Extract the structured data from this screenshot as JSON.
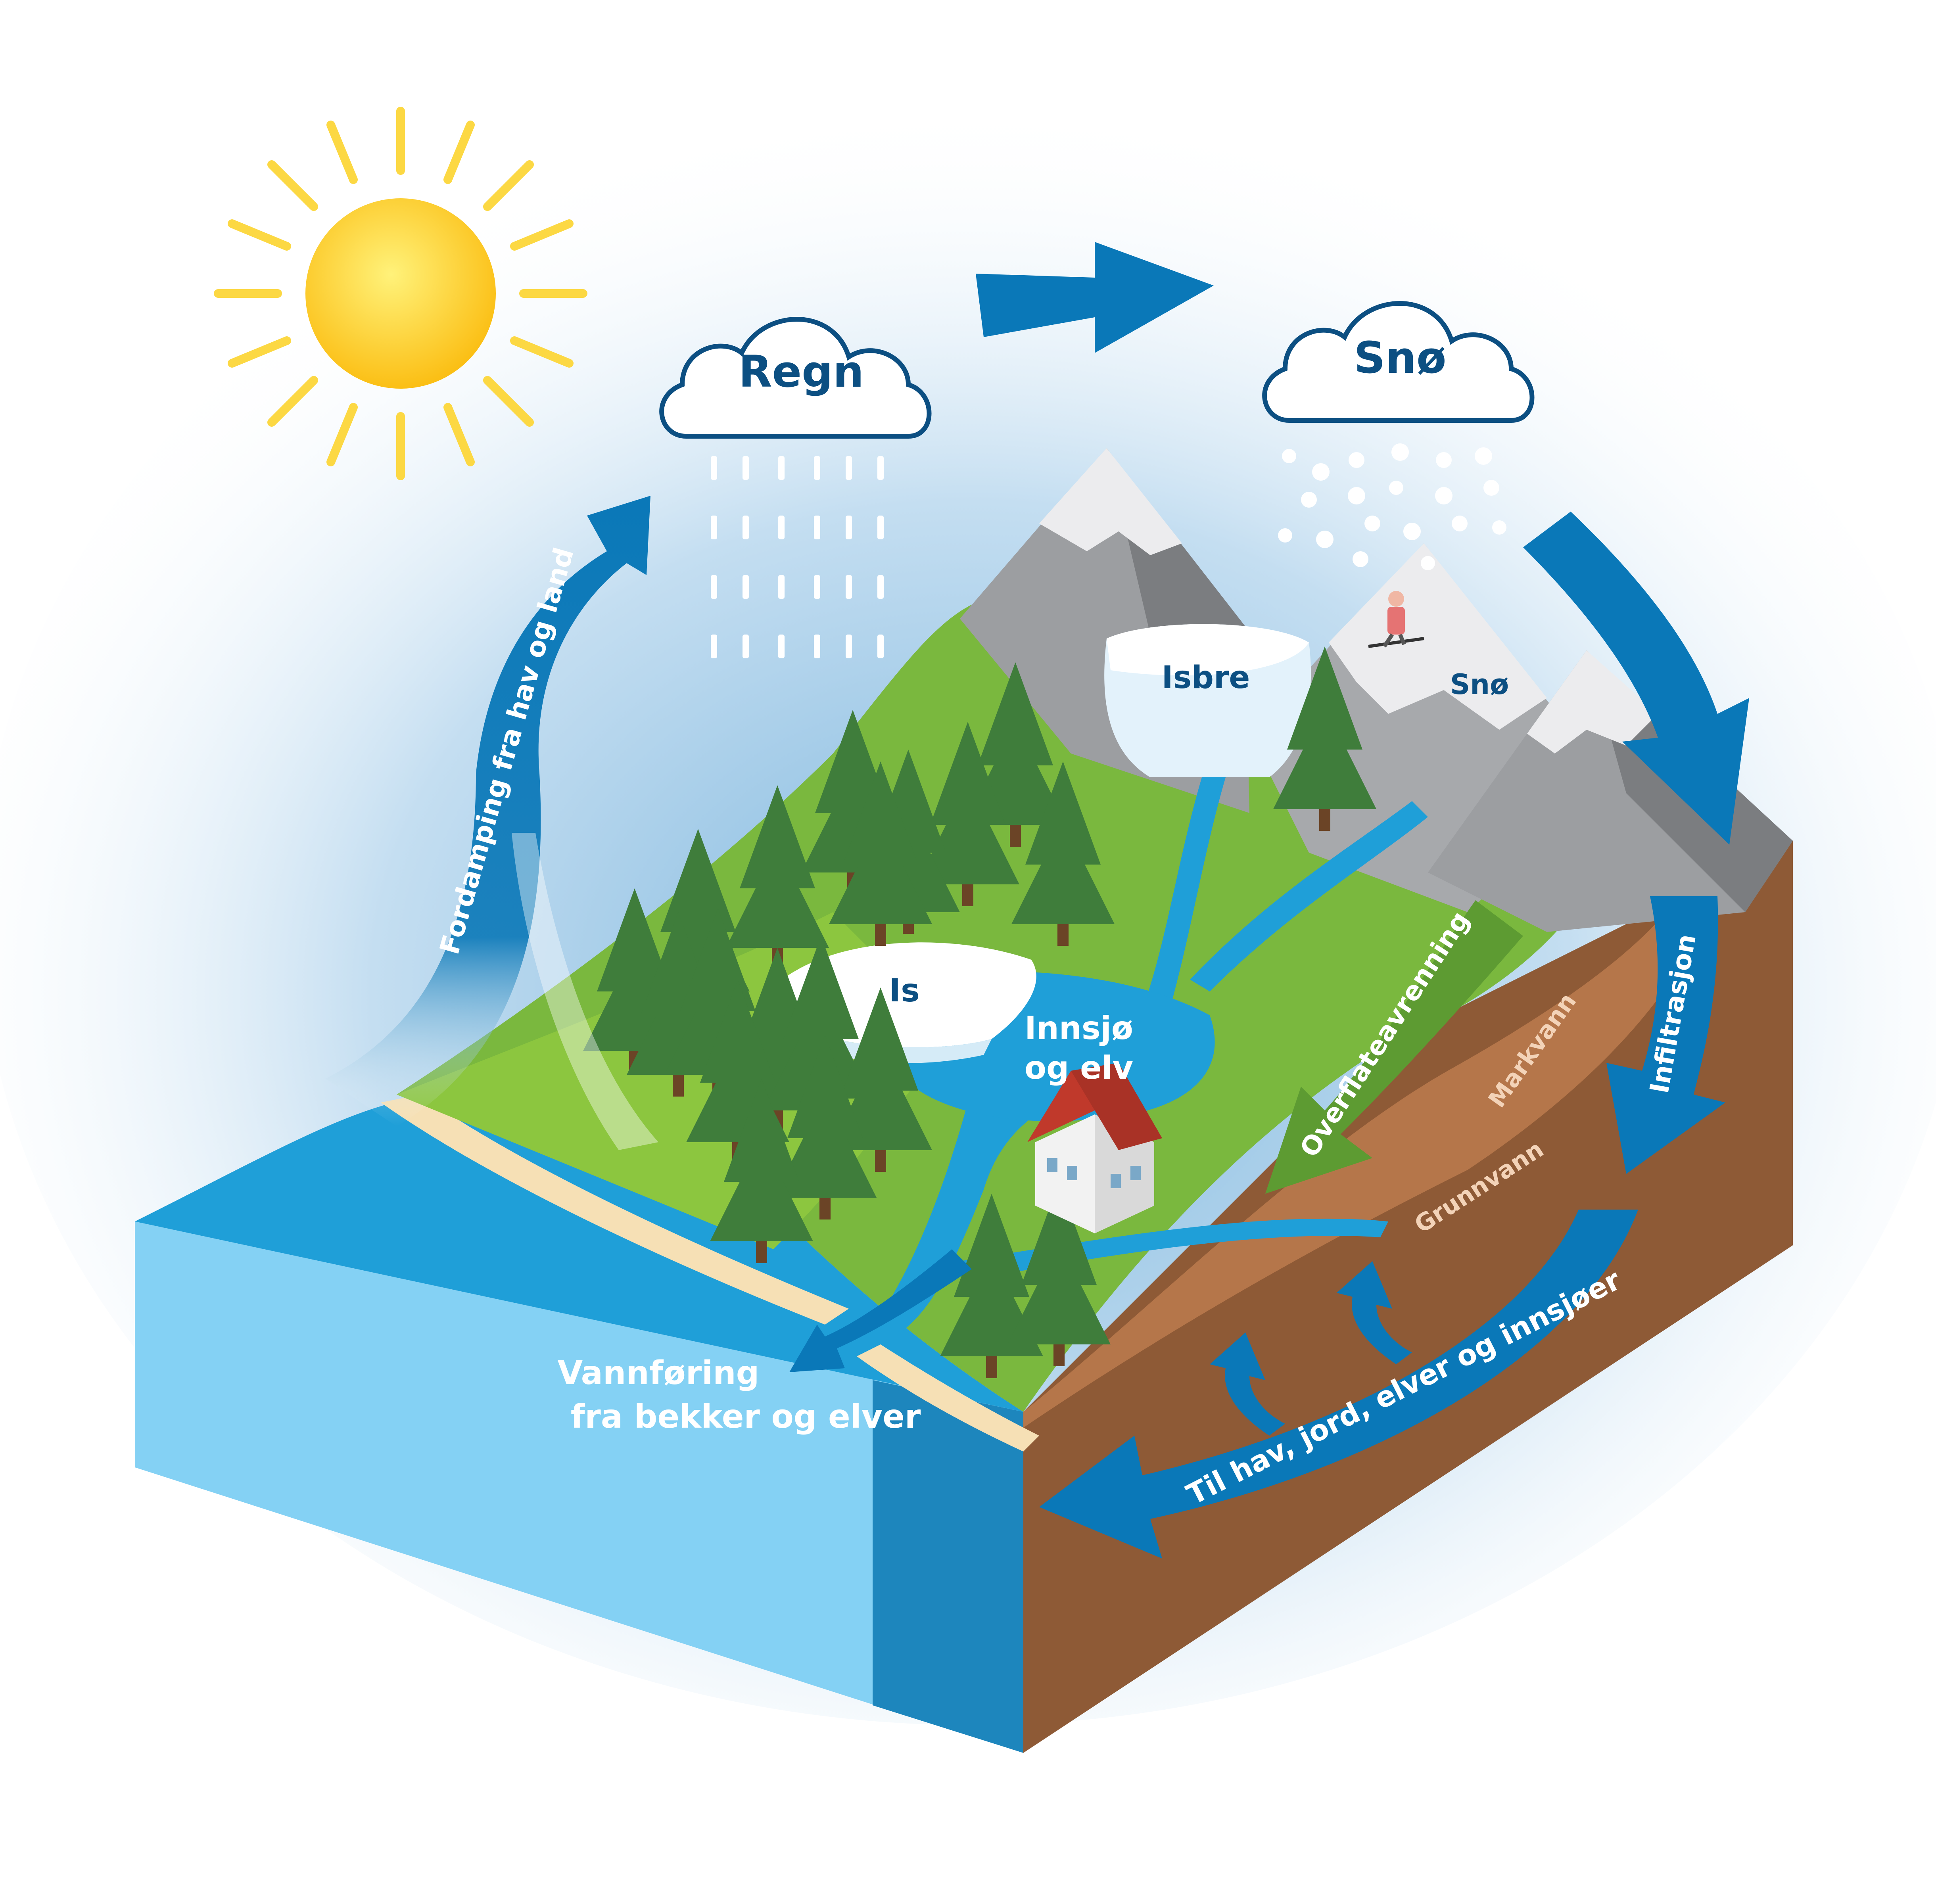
{
  "labels": {
    "regn": "Regn",
    "sno_cloud": "Snø",
    "isbre": "Isbre",
    "sno_mountain": "Snø",
    "is": "Is",
    "innsjo_line1": "Innsjø",
    "innsjo_line2": "og elv",
    "fordamping": "Fordamping fra hav og land",
    "overflateavrenning": "Overflateavrenning",
    "infiltrasjon": "Infiltrasjon",
    "markvann": "Markvann",
    "grunnvann": "Grunnvann",
    "vannforing_line1": "Vannføring",
    "vannforing_line2": "fra bekker og elver",
    "til_hav": "Til hav, jord, elver og innsjøer"
  },
  "colors": {
    "arrow_blue": "#0a78b8",
    "label_dark_blue": "#0c4f82",
    "sea_top": "#1f9fd8",
    "sea_side": "#84d1f4",
    "sea_side_dark": "#1d86bd",
    "grass": "#7ab83e",
    "grass_light": "#8cc63f",
    "soil_dark": "#8e5a36",
    "soil_light": "#b5764a",
    "rock": "#9c9ea1",
    "snow": "#ececee",
    "ice": "#e3f2fb",
    "sun": "#fcc718",
    "tree": "#3f7d3b",
    "sand": "#f6e0b5"
  },
  "icons": {
    "sun": "sun-icon",
    "rain_cloud": "cloud-icon",
    "snow_cloud": "cloud-icon",
    "house": "house-icon",
    "skier": "skier-icon",
    "tree": "tree-icon"
  }
}
